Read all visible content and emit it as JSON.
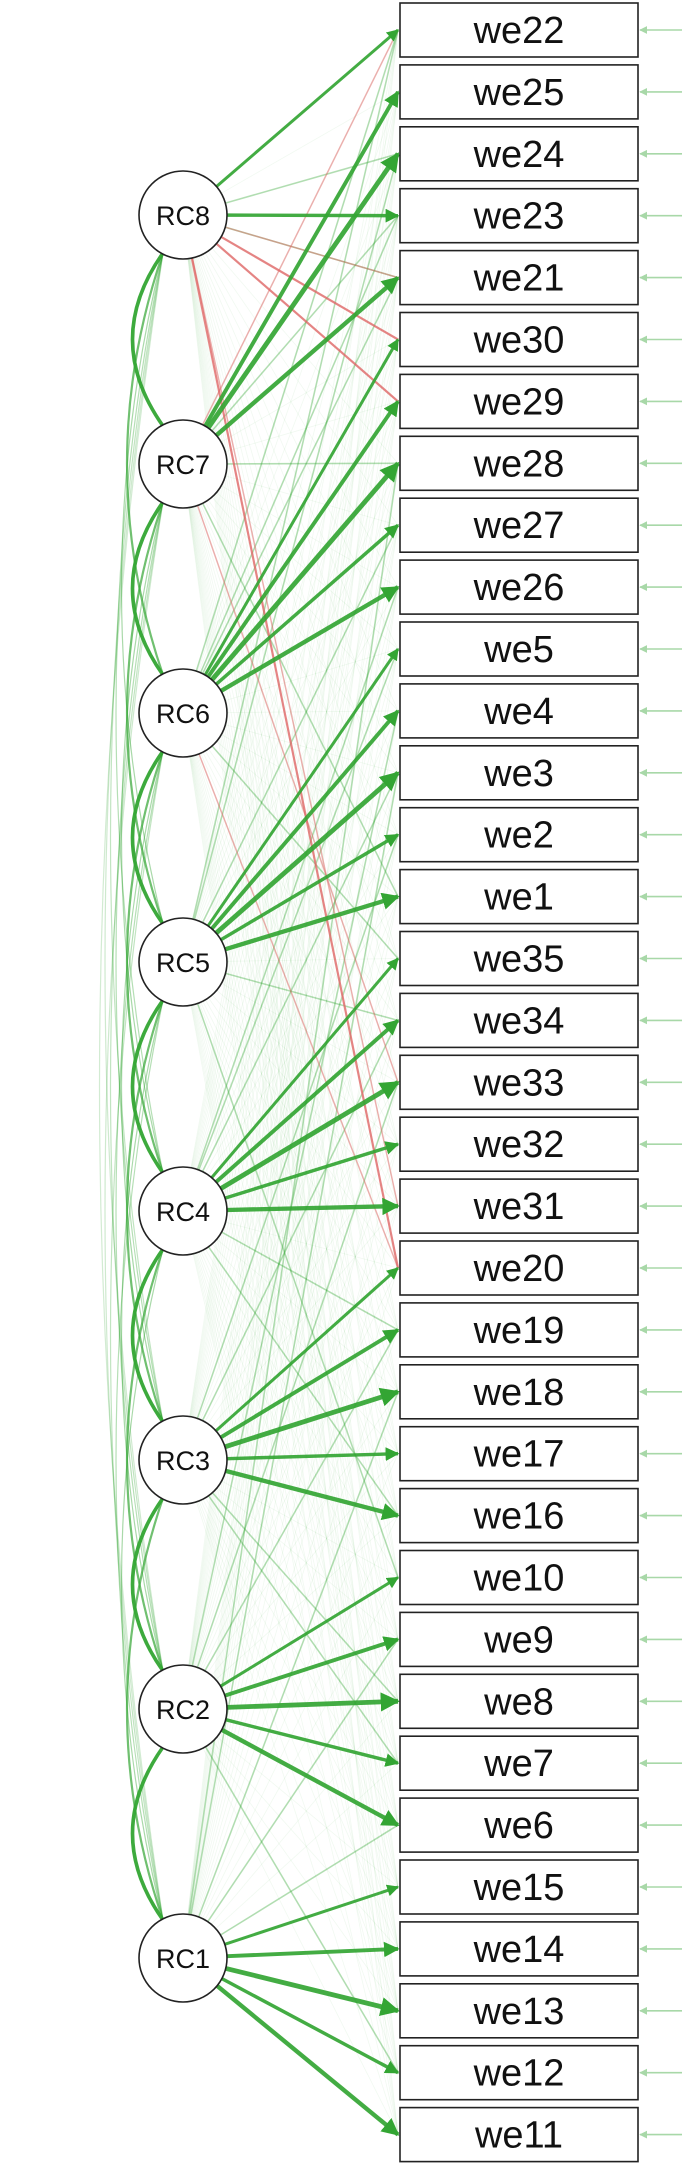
{
  "diagram": {
    "type": "path-diagram",
    "colors": {
      "positive": "#33a533",
      "negative": "#e06666",
      "node_stroke": "#222222",
      "box_stroke": "#222222"
    },
    "factors": [
      {
        "id": "RC8",
        "label": "RC8"
      },
      {
        "id": "RC7",
        "label": "RC7"
      },
      {
        "id": "RC6",
        "label": "RC6"
      },
      {
        "id": "RC5",
        "label": "RC5"
      },
      {
        "id": "RC4",
        "label": "RC4"
      },
      {
        "id": "RC3",
        "label": "RC3"
      },
      {
        "id": "RC2",
        "label": "RC2"
      },
      {
        "id": "RC1",
        "label": "RC1"
      }
    ],
    "items": [
      {
        "id": "we22",
        "label": "we22",
        "factor": "RC8"
      },
      {
        "id": "we25",
        "label": "we25",
        "factor": "RC7"
      },
      {
        "id": "we24",
        "label": "we24",
        "factor": "RC7"
      },
      {
        "id": "we23",
        "label": "we23",
        "factor": "RC8"
      },
      {
        "id": "we21",
        "label": "we21",
        "factor": "RC7"
      },
      {
        "id": "we30",
        "label": "we30",
        "factor": "RC6"
      },
      {
        "id": "we29",
        "label": "we29",
        "factor": "RC6"
      },
      {
        "id": "we28",
        "label": "we28",
        "factor": "RC6"
      },
      {
        "id": "we27",
        "label": "we27",
        "factor": "RC6"
      },
      {
        "id": "we26",
        "label": "we26",
        "factor": "RC6"
      },
      {
        "id": "we5",
        "label": "we5",
        "factor": "RC5"
      },
      {
        "id": "we4",
        "label": "we4",
        "factor": "RC5"
      },
      {
        "id": "we3",
        "label": "we3",
        "factor": "RC5"
      },
      {
        "id": "we2",
        "label": "we2",
        "factor": "RC5"
      },
      {
        "id": "we1",
        "label": "we1",
        "factor": "RC5"
      },
      {
        "id": "we35",
        "label": "we35",
        "factor": "RC4"
      },
      {
        "id": "we34",
        "label": "we34",
        "factor": "RC4"
      },
      {
        "id": "we33",
        "label": "we33",
        "factor": "RC4"
      },
      {
        "id": "we32",
        "label": "we32",
        "factor": "RC4"
      },
      {
        "id": "we31",
        "label": "we31",
        "factor": "RC4"
      },
      {
        "id": "we20",
        "label": "we20",
        "factor": "RC3"
      },
      {
        "id": "we19",
        "label": "we19",
        "factor": "RC3"
      },
      {
        "id": "we18",
        "label": "we18",
        "factor": "RC3"
      },
      {
        "id": "we17",
        "label": "we17",
        "factor": "RC3"
      },
      {
        "id": "we16",
        "label": "we16",
        "factor": "RC3"
      },
      {
        "id": "we10",
        "label": "we10",
        "factor": "RC2"
      },
      {
        "id": "we9",
        "label": "we9",
        "factor": "RC2"
      },
      {
        "id": "we8",
        "label": "we8",
        "factor": "RC2"
      },
      {
        "id": "we7",
        "label": "we7",
        "factor": "RC2"
      },
      {
        "id": "we6",
        "label": "we6",
        "factor": "RC2"
      },
      {
        "id": "we15",
        "label": "we15",
        "factor": "RC1"
      },
      {
        "id": "we14",
        "label": "we14",
        "factor": "RC1"
      },
      {
        "id": "we13",
        "label": "we13",
        "factor": "RC1"
      },
      {
        "id": "we12",
        "label": "we12",
        "factor": "RC1"
      },
      {
        "id": "we11",
        "label": "we11",
        "factor": "RC1"
      }
    ],
    "cross_loadings_negative": [
      [
        "RC8",
        "we30"
      ],
      [
        "RC8",
        "we29"
      ],
      [
        "RC8",
        "we20"
      ],
      [
        "RC8",
        "we31"
      ],
      [
        "RC8",
        "we21"
      ],
      [
        "RC7",
        "we22"
      ],
      [
        "RC6",
        "we20"
      ],
      [
        "RC7",
        "we33"
      ]
    ],
    "cross_loadings_positive": [
      [
        "RC8",
        "we24"
      ],
      [
        "RC8",
        "we21"
      ],
      [
        "RC7",
        "we23"
      ],
      [
        "RC7",
        "we28"
      ],
      [
        "RC6",
        "we23"
      ],
      [
        "RC6",
        "we22"
      ],
      [
        "RC6",
        "we21"
      ],
      [
        "RC5",
        "we24"
      ],
      [
        "RC5",
        "we22"
      ],
      [
        "RC5",
        "we34"
      ],
      [
        "RC4",
        "we3"
      ],
      [
        "RC4",
        "we5"
      ],
      [
        "RC4",
        "we16"
      ],
      [
        "RC3",
        "we34"
      ],
      [
        "RC3",
        "we2"
      ],
      [
        "RC3",
        "we8"
      ],
      [
        "RC2",
        "we19"
      ],
      [
        "RC2",
        "we33"
      ],
      [
        "RC1",
        "we9"
      ],
      [
        "RC1",
        "we6"
      ],
      [
        "RC1",
        "we18"
      ],
      [
        "RC1",
        "we28"
      ],
      [
        "RC2",
        "we4"
      ],
      [
        "RC3",
        "we7"
      ],
      [
        "RC6",
        "we35"
      ],
      [
        "RC5",
        "we27"
      ],
      [
        "RC4",
        "we26"
      ],
      [
        "RC7",
        "we1"
      ],
      [
        "RC2",
        "we12"
      ],
      [
        "RC1",
        "we3"
      ],
      [
        "RC5",
        "we10"
      ],
      [
        "RC4",
        "we19"
      ]
    ]
  }
}
